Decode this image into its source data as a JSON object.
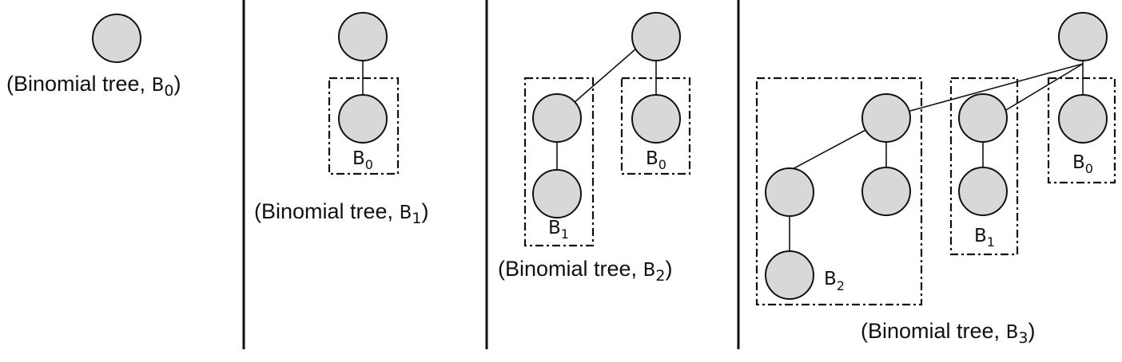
{
  "panels": [
    {
      "caption_prefix": "(Binomial tree, ",
      "caption_letter": "B",
      "caption_sub": "0",
      "caption_suffix": ")"
    },
    {
      "caption_prefix": "(Binomial tree, ",
      "caption_letter": "B",
      "caption_sub": "1",
      "caption_suffix": ")",
      "box_labels": [
        {
          "letter": "B",
          "sub": "0"
        }
      ]
    },
    {
      "caption_prefix": "(Binomial tree, ",
      "caption_letter": "B",
      "caption_sub": "2",
      "caption_suffix": ")",
      "box_labels": [
        {
          "letter": "B",
          "sub": "1"
        },
        {
          "letter": "B",
          "sub": "0"
        }
      ]
    },
    {
      "caption_prefix": "(Binomial tree, ",
      "caption_letter": "B",
      "caption_sub": "3",
      "caption_suffix": ")",
      "box_labels": [
        {
          "letter": "B",
          "sub": "2"
        },
        {
          "letter": "B",
          "sub": "1"
        },
        {
          "letter": "B",
          "sub": "0"
        }
      ]
    }
  ]
}
